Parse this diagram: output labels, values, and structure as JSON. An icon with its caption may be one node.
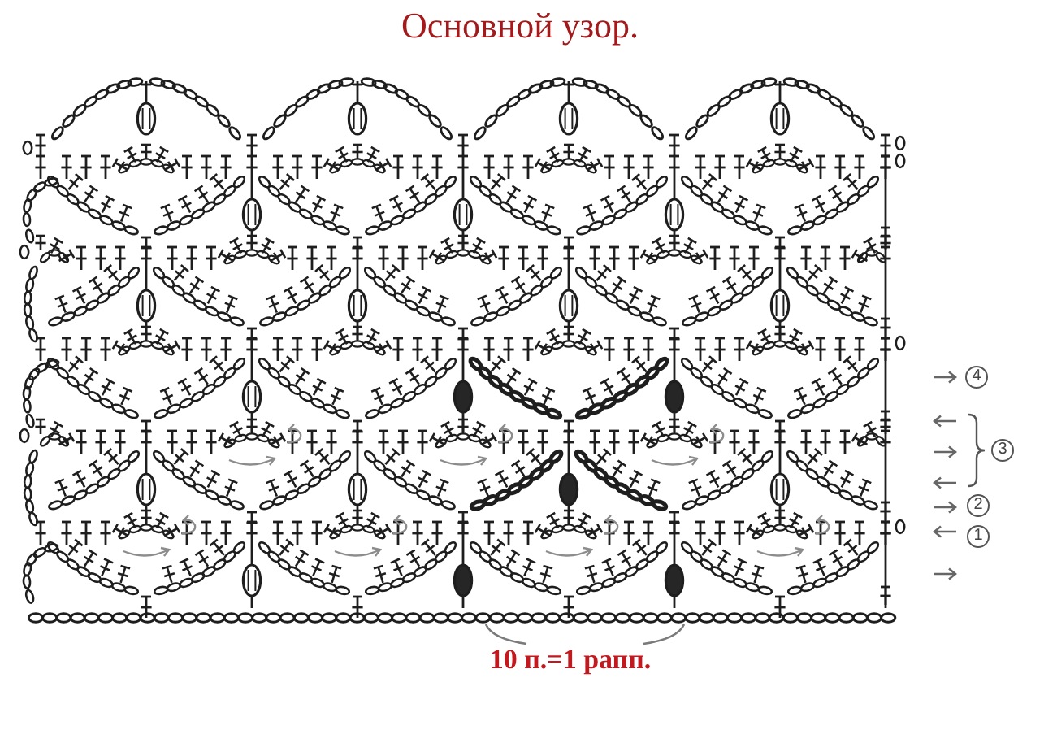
{
  "diagram": {
    "title": "Основной узор.",
    "labels": [
      "4",
      "3",
      "2",
      "1",
      "10 п.=1 рапп."
    ]
  }
}
